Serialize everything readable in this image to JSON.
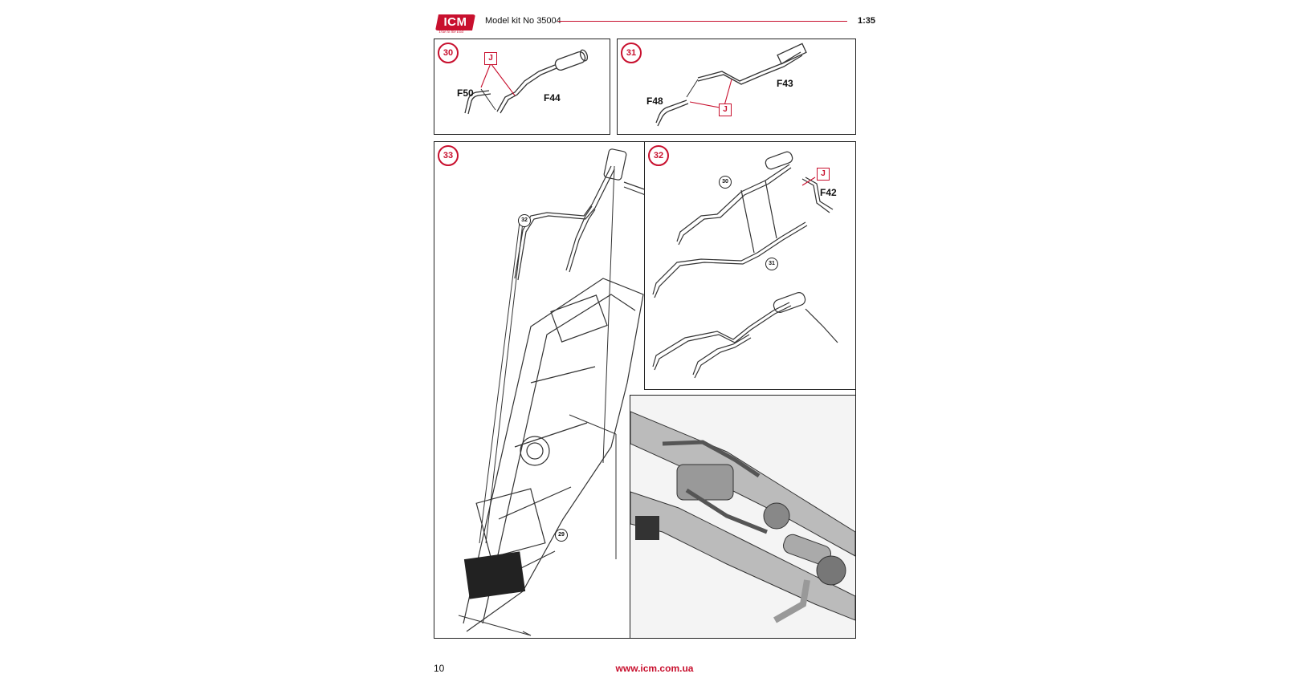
{
  "header": {
    "logo_text": "ICM",
    "tagline": "True to the End",
    "kit_label": "Model kit No 35004",
    "scale": "1:35"
  },
  "steps": {
    "s30": {
      "number": "30",
      "parts": [
        "F50",
        "F44"
      ],
      "glue": "J"
    },
    "s31": {
      "number": "31",
      "parts": [
        "F48",
        "F43"
      ],
      "glue": "J"
    },
    "s32": {
      "number": "32",
      "parts": [
        "F42"
      ],
      "glue": "J",
      "refs": [
        "30",
        "31"
      ]
    },
    "s33": {
      "number": "33",
      "refs": [
        "32",
        "29"
      ]
    }
  },
  "footer": {
    "page_number": "10",
    "website": "www.icm.com.ua"
  },
  "colors": {
    "accent": "#c8102e",
    "line": "#222222"
  }
}
